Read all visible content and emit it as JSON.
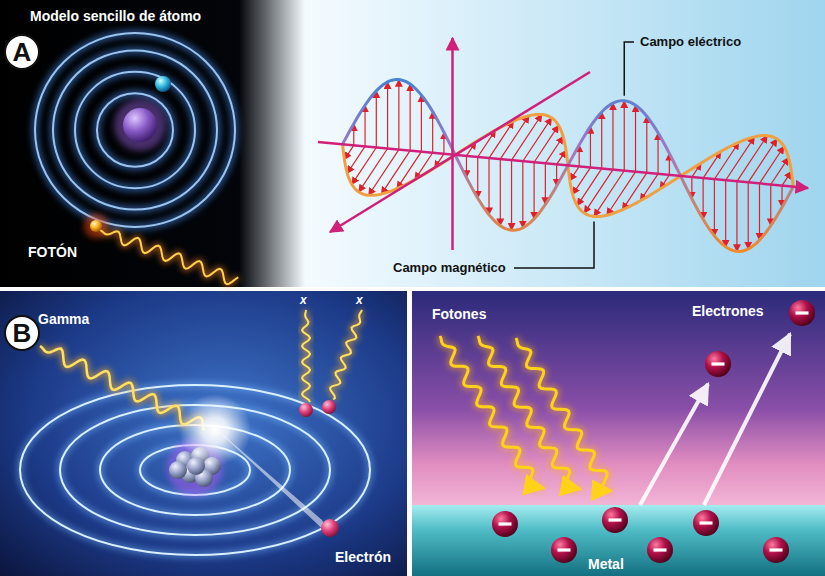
{
  "diagram": {
    "nodes": [
      {
        "text": [
          "A"
        ]
      },
      {
        "text": [
          "B"
        ]
      }
    ],
    "labels": [
      "Modelo sencillo de átomo",
      "FOTÓN",
      "Campo eléctrico",
      "Campo magnético",
      "Gamma",
      "x",
      "x",
      "Electrón",
      "Fotones",
      "Electrones",
      "Metal"
    ]
  }
}
